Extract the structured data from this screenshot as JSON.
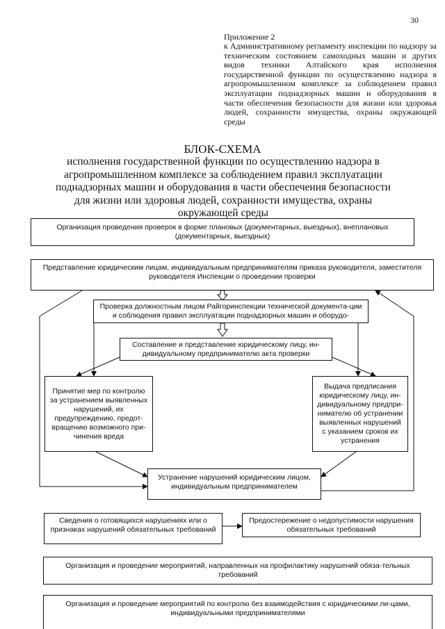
{
  "page_number": "30",
  "appendix": {
    "title": "Приложение 2",
    "body": "к Административному регламенту инспекции по надзору за техническим состоянием самоходных машин и других видов техники Алтайского края исполнения государственной функции по осуществлению надзора в агропромышленном комплексе за соблюдением правил эксплуатации поднадзорных машин и оборудования в части обеспечения безопасности для жизни или здоровья людей, сохранности имущества, охраны окружающей среды"
  },
  "heading": "БЛОК-СХЕМА",
  "subtitle": "исполнения государственной функции по осуществлению надзора в агропромышленном комплексе за соблюдением правил эксплуатации поднадзорных машин и оборудования в части обеспечения безопасности для жизни или здоровья людей, сохранности имущества, охраны окружающей среды",
  "flowchart": {
    "box_organization": "Организация проведения проверок в форме плановых (документарных, выездных), внеплановых (документарных, выездных)",
    "box_notification": "Представление юридическим лицам, индивидуальным предпринимателям приказа руководителя, заместителя руководителя Инспекции о проведении проверки",
    "box_inspection": "Проверка должностным лицом Райгоринспекции технической документа-ции и соблюдения правил эксплуатации поднадзорных машин и оборудо-",
    "box_act": "Составление и представление юридическому лицу, ин-дивидуальному предпринимателю акта проверки",
    "box_measures": "Принятие мер по контролю за устранением выявленных нарушений, их предупреждению, предот-вращению возможного при-чинения вреда",
    "box_order": "Выдача предписания юридическому лицу, ин-дивидуальному предпри-нимателю об устранении выявленных нарушений с указанием сроков их устранения",
    "box_elimination": "Устранение нарушений юридическим лицом, индивидуальным предпринимателем",
    "box_info": "Сведения о готовящихся нарушениях или о признаках нарушений обязательных требований",
    "box_warning": "Предостережение о недопустимости нарушения обязательных требований",
    "box_prevention": "Организация и проведение мероприятий, направленных на профилактику нарушений обяза-тельных требований",
    "box_control": "Организация и проведение мероприятий по контролю без взаимодействия с юридическими ли-цами, индивидуальными предпринимателями"
  }
}
